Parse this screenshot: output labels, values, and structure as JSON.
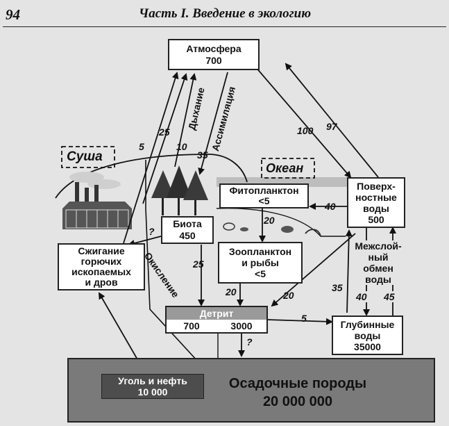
{
  "page": {
    "number": "94",
    "running_title": "Часть I. Введение в экологию"
  },
  "nodes": {
    "atmosphere": {
      "name": "Атмосфера",
      "value": "700"
    },
    "land": "Суша",
    "ocean": "Океан",
    "phytoplankton": {
      "name": "Фитопланктон",
      "value": "<5"
    },
    "surface_waters": {
      "line1": "Поверх-",
      "line2": "ностные",
      "line3": "воды",
      "value": "500"
    },
    "biota": {
      "name": "Биота",
      "value": "450"
    },
    "burning": {
      "line1": "Сжигание",
      "line2": "горючих",
      "line3": "ископаемых",
      "line4": "и дров"
    },
    "zooplankton": {
      "line1": "Зоопланктон",
      "line2": "и рыбы",
      "value": "<5"
    },
    "detritus": {
      "name": "Детрит",
      "land_value": "700",
      "ocean_value": "3000"
    },
    "deep_waters": {
      "line1": "Глубинные",
      "line2": "воды",
      "value": "35000"
    },
    "coal_oil": {
      "name": "Уголь и нефть",
      "value": "10 000"
    },
    "sediments": {
      "name": "Осадочные породы",
      "value": "20 000 000"
    }
  },
  "flows": {
    "burning_to_atm": "5",
    "land_up_a": "25",
    "land_up_b": "10",
    "assimilation": "35",
    "respiration_label": "Дыхание",
    "assimilation_label": "Ассимиляция",
    "atm_to_surface": "100",
    "surface_to_atm": "97",
    "surface_to_phyto": "40",
    "phyto_to_zoo": "20",
    "biota_to_burning": "?",
    "biota_to_detritus": "25",
    "oxidation_label": "Окисление",
    "zoo_to_detritus": "20",
    "detritus_to_surface": "20",
    "surface_to_detritus": "35",
    "intermediate_label_1": "Межслой-",
    "intermediate_label_2": "ный",
    "intermediate_label_3": "обмен",
    "intermediate_label_4": "воды",
    "down_flux": "40",
    "up_flux": "45",
    "detritus_to_deep": "5",
    "detritus_to_sediment": "?"
  },
  "colors": {
    "background": "#e4e4e4",
    "sediment_box": "#7a7a7a",
    "coal_box": "#4d4d4d",
    "detritus_header": "#9a9a9a"
  }
}
